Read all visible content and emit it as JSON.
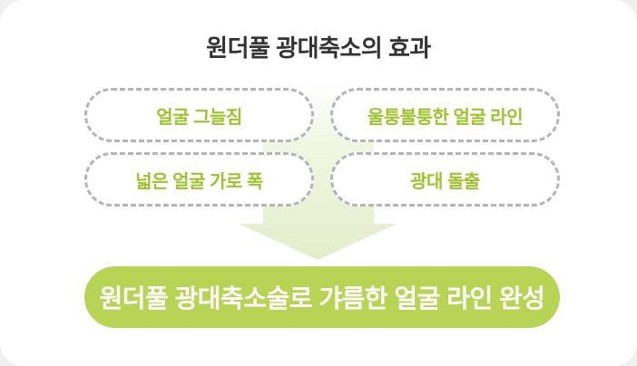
{
  "header": {
    "title": "원더풀 광대축소의 효과"
  },
  "symptoms": [
    {
      "label": "얼굴 그늘짐"
    },
    {
      "label": "울퉁불퉁한 얼굴 라인"
    },
    {
      "label": "넓은 얼굴 가로 폭"
    },
    {
      "label": "광대 돌출"
    }
  ],
  "result": {
    "label": "원더풀 광대축소술로 갸름한 얼굴 라인 완성"
  },
  "icons": {
    "down_arrow": "down-arrow"
  },
  "colors": {
    "card_background": "#ffffff",
    "page_background": "#f0f0f0",
    "title_text": "#333333",
    "symptom_text_green": "#9cc32b",
    "dashed_border_gray": "#b5b5b5",
    "arrow_gradient_bottom": "#e3eeca",
    "result_pill_background": "#b7d455",
    "result_pill_text": "#ffffff"
  }
}
